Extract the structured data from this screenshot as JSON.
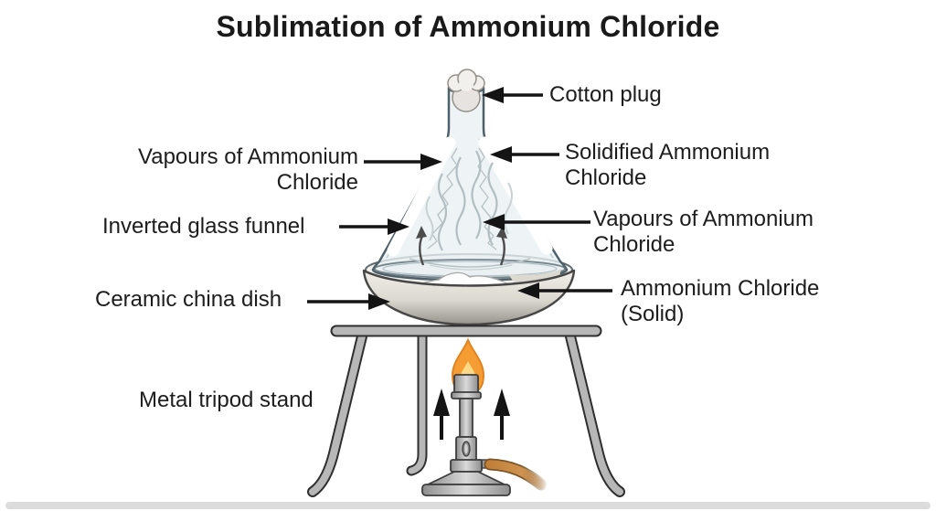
{
  "title": "Sublimation of Ammonium Chloride",
  "labels": {
    "cotton_plug": {
      "text": "Cotton plug"
    },
    "vapours_left": {
      "line1": "Vapours of Ammonium",
      "line2": "Chloride"
    },
    "solidified": {
      "line1": "Solidified Ammonium",
      "line2": "Chloride"
    },
    "inverted_funnel": {
      "text": "Inverted glass funnel"
    },
    "vapours_right": {
      "line1": "Vapours of Ammonium",
      "line2": "Chloride"
    },
    "ceramic_dish": {
      "text": "Ceramic china dish"
    },
    "ammonium_solid": {
      "line1": "Ammonium Chloride",
      "line2": "(Solid)"
    },
    "tripod_stand": {
      "text": "Metal tripod stand"
    }
  },
  "graphics": [
    "glass-funnel",
    "cotton-plug",
    "solidified-deposit",
    "vapour-swirls",
    "ceramic-dish",
    "ammonium-chloride-powder",
    "metal-tripod",
    "bunsen-burner",
    "flame",
    "gas-hose",
    "heat-arrows",
    "label-arrows",
    "bench-surface"
  ],
  "colors": {
    "background": "#ffffff",
    "text": "#1d1d1d",
    "arrow": "#141414",
    "glass_fill": "#e9f1f4",
    "glass_stroke": "#4e606a",
    "deposit_white": "#ffffff",
    "vapour_line": "#b3bec3",
    "dish_fill": "#ebe8e0",
    "dish_stroke": "#474747",
    "powder": "#fdfdfd",
    "metal_light": "#b7b7b7",
    "metal_dark": "#2e2e2e",
    "flame_outer": "#f59d33",
    "flame_inner": "#fcd887",
    "hose": "#c4873f",
    "cotton": "#f2f0ed",
    "bench_surface": "#dcdcdc"
  }
}
